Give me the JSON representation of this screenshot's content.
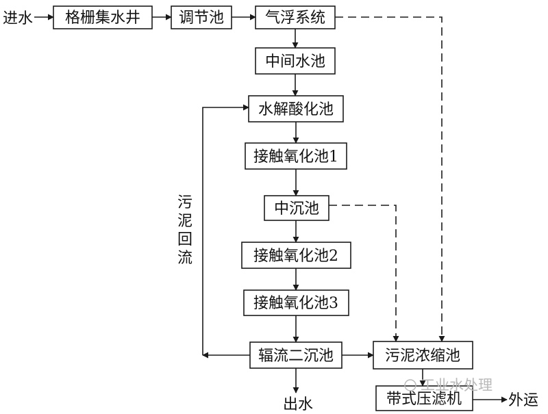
{
  "inlet": "进水",
  "outlet_water": "出水",
  "outlet_transport": "外运",
  "sludge_return_label": [
    "污",
    "泥",
    "回",
    "流"
  ],
  "watermark": "工业水处理",
  "nodes": {
    "screen_well": "格栅集水井",
    "equalization": "调节池",
    "flotation": "气浮系统",
    "intermediate": "中间水池",
    "hydrolysis": "水解酸化池",
    "contact_ox_1": "接触氧化池1",
    "mid_settling": "中沉池",
    "contact_ox_2": "接触氧化池2",
    "contact_ox_3": "接触氧化池3",
    "radial_clarifier": "辐流二沉池",
    "sludge_thickener": "污泥浓缩池",
    "belt_press": "带式压滤机"
  }
}
